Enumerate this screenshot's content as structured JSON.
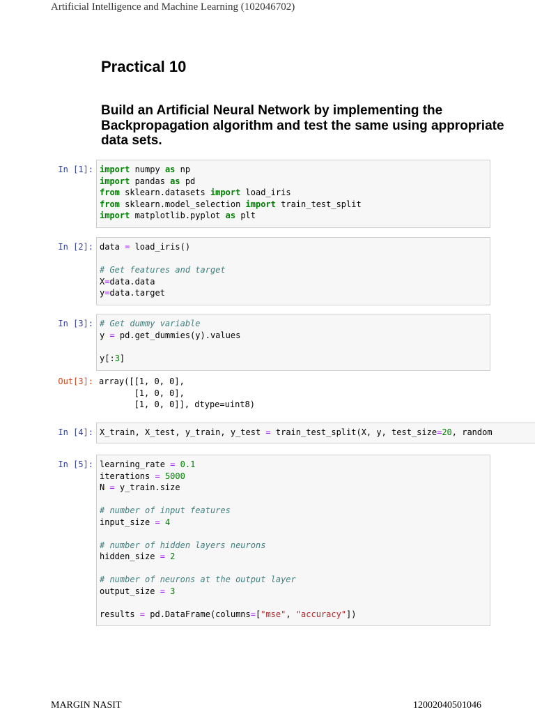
{
  "header": {
    "course": "Artificial Intelligence and Machine Learning (102046702)"
  },
  "title": "Practical 10",
  "subtitle": "Build an Artificial Neural Network by implementing the Backpropagation algorithm and test the same using appropriate data sets.",
  "cells": [
    {
      "prompt": "In [1]:",
      "lines": [
        "import numpy as np",
        "import pandas as pd",
        "from sklearn.datasets import load_iris",
        "from sklearn.model_selection import train_test_split",
        "import matplotlib.pyplot as plt"
      ]
    },
    {
      "prompt": "In [2]:",
      "lines": [
        "data = load_iris()",
        "",
        "# Get features and target",
        "X=data.data",
        "y=data.target"
      ]
    },
    {
      "prompt": "In [3]:",
      "lines": [
        "# Get dummy variable",
        "y = pd.get_dummies(y).values",
        "",
        "y[:3]"
      ]
    },
    {
      "prompt": "Out[3]:",
      "output": true,
      "lines": [
        "array([[1, 0, 0],",
        "       [1, 0, 0],",
        "       [1, 0, 0]], dtype=uint8)"
      ]
    },
    {
      "prompt": "In [4]:",
      "lines": [
        "X_train, X_test, y_train, y_test = train_test_split(X, y, test_size=20, random"
      ]
    },
    {
      "prompt": "In [5]:",
      "lines": [
        "learning_rate = 0.1",
        "iterations = 5000",
        "N = y_train.size",
        "",
        "# number of input features",
        "input_size = 4",
        "",
        "# number of hidden layers neurons",
        "hidden_size = 2",
        "",
        "# number of neurons at the output layer",
        "output_size = 3",
        "",
        "results = pd.DataFrame(columns=[\"mse\", \"accuracy\"])"
      ]
    }
  ],
  "footer": {
    "name": "MARGIN NASIT",
    "id": "12002040501046"
  }
}
